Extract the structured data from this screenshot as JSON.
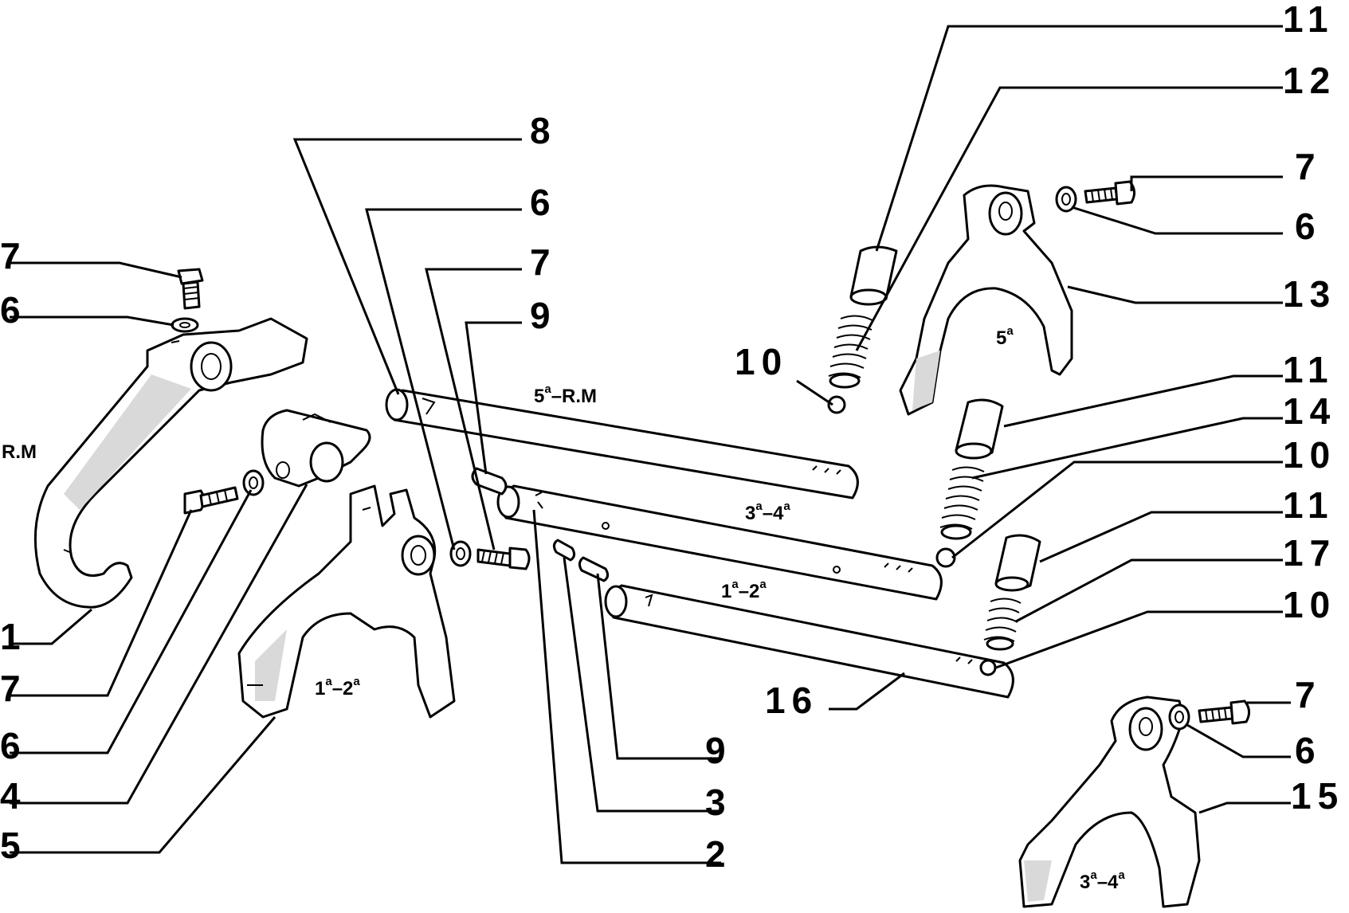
{
  "callouts": {
    "c11a": "11",
    "c12": "12",
    "c7a": "7",
    "c6a": "6",
    "c13": "13",
    "c11b": "11",
    "c14": "14",
    "c10b": "10",
    "c11c": "11",
    "c17": "17",
    "c10c": "10",
    "c7b": "7",
    "c6b": "6",
    "c15": "15",
    "c10a": "10",
    "c8": "8",
    "c6c": "6",
    "c7c": "7",
    "c9a": "9",
    "c7d": "7",
    "c6d": "6",
    "c1": "1",
    "c7e": "7",
    "c6e": "6",
    "c4": "4",
    "c5": "5",
    "c16": "16",
    "c9b": "9",
    "c3": "3",
    "c2": "2"
  },
  "tags": {
    "rm": "R.M",
    "fifth_rm_a": "5",
    "fifth_rm_sup": "a",
    "fifth_rm_b": "–R.M",
    "third_fourth_a": "3",
    "third_fourth_sup1": "a",
    "third_fourth_b": "–4",
    "third_fourth_sup2": "a",
    "first_second_a": "1",
    "first_second_sup1": "a",
    "first_second_b": "–2",
    "first_second_sup2": "a",
    "fifth_a": "5",
    "fifth_sup": "a",
    "fork12_a": "1",
    "fork12_sup1": "a",
    "fork12_b": "–2",
    "fork12_sup2": "a",
    "fork34_a": "3",
    "fork34_sup1": "a",
    "fork34_b": "–4",
    "fork34_sup2": "a"
  },
  "colors": {
    "line": "#000000",
    "background": "#ffffff",
    "shade": "#d9d9d9"
  }
}
